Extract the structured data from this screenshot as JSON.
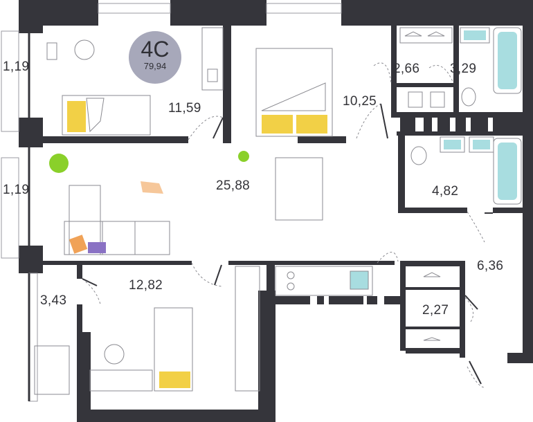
{
  "apartment": {
    "code": "4С",
    "total_area": "79,94",
    "badge_color": "#a7a8ba"
  },
  "rooms": {
    "balcony_top": "1,19",
    "balcony_bottom": "1,19",
    "bedroom_left": "11,59",
    "bedroom_main": "10,25",
    "wc": "2,66",
    "bathroom_top": "3,29",
    "living_kitchen": "25,88",
    "bathroom_mid": "4,82",
    "hall": "6,36",
    "loggia": "3,43",
    "bedroom_bottom": "12,82",
    "wardrobe": "2,27"
  },
  "colors": {
    "wall": "#35353b",
    "accent_yellow": "#f2d046",
    "accent_orange": "#f0a257",
    "accent_purple": "#8a72c4",
    "plant": "#8ad02a",
    "water": "#a8dde0"
  }
}
